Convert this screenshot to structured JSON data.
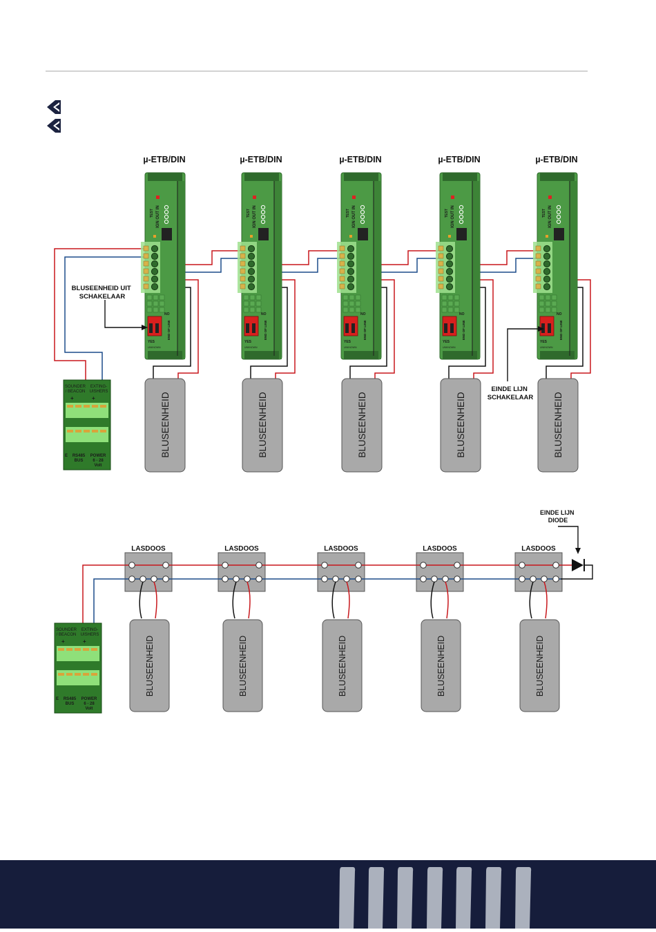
{
  "colors": {
    "rule": "#a6a6a6",
    "logo": "#1c2340",
    "module_green": "#4c9a45",
    "module_dark": "#2f6a2c",
    "terminal_green": "#9fe08e",
    "red_wire": "#c8171c",
    "blue_wire": "#1b4b8a",
    "black_wire": "#111111",
    "unit_fill": "#a9a9a9",
    "lasdoos_fill": "#a9a9a9",
    "footer": "#161d3b",
    "footer_bars": "#b9bec9"
  },
  "icons": [
    "company-logo-icon",
    "company-logo-icon"
  ],
  "top_diagram": {
    "module_title": "µ-ETB/DIN",
    "module_count": 5,
    "unit_label": "BLUSEENHEID",
    "switch_label": "BLUSEENHEID UIT\nSCHAKELAAR",
    "end_switch_label": "EINDE LIJN\nSCHAKELAAR",
    "module_print": {
      "test": "TEST",
      "ign": "IGN",
      "out": "OUT",
      "in": "IN",
      "eol": "END OF LINE",
      "no": "NO",
      "yes": "YES",
      "unknown": "UNKNOWN"
    },
    "panel": {
      "sounder": "SOUNDER\n/ BEACON",
      "extinguishers": "EXTING-\nUISHERS",
      "rs485": "RS485\nBUS",
      "power": "POWER\n6 - 28\nVolt",
      "e": "E"
    }
  },
  "bottom_diagram": {
    "box_label": "LASDOOS",
    "box_count": 5,
    "unit_label": "BLUSEENHEID",
    "diode_label": "EINDE LIJN\nDIODE",
    "panel": {
      "sounder": "SOUNDER\n/ BEACON",
      "extinguishers": "EXTING-\nUISHERS",
      "rs485": "RS485\nBUS",
      "power": "POWER\n6 - 28\nVolt",
      "e": "E"
    }
  }
}
